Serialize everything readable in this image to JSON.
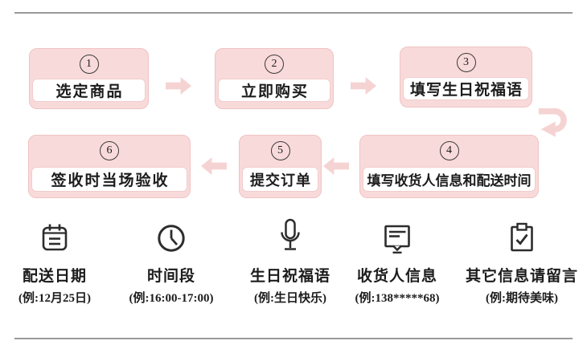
{
  "flow": {
    "steps": [
      {
        "num": "1",
        "label": "选定商品"
      },
      {
        "num": "2",
        "label": "立即购买"
      },
      {
        "num": "3",
        "label": "填写生日祝福语"
      },
      {
        "num": "4",
        "label": "填写收货人信息和配送时间"
      },
      {
        "num": "5",
        "label": "提交订单"
      },
      {
        "num": "6",
        "label": "签收时当场验收"
      }
    ]
  },
  "legend": {
    "items": [
      {
        "icon": "calendar-icon",
        "title": "配送日期",
        "example": "(例:12月25日)"
      },
      {
        "icon": "clock-icon",
        "title": "时间段",
        "example": "(例:16:00-17:00)"
      },
      {
        "icon": "microphone-icon",
        "title": "生日祝福语",
        "example": "(例:生日快乐)"
      },
      {
        "icon": "message-icon",
        "title": "收货人信息",
        "example": "(例:138*****68)"
      },
      {
        "icon": "clipboard-check-icon",
        "title": "其它信息请留言",
        "example": "(例:期待美味)"
      }
    ]
  },
  "colors": {
    "pink_fill": "#f9dada",
    "pink_border": "#efc3c3",
    "arrow_pink": "#f6d3d3",
    "line_gray": "#9a9a9a",
    "text": "#1c1c1c",
    "icon_stroke": "#2d2d2d"
  }
}
